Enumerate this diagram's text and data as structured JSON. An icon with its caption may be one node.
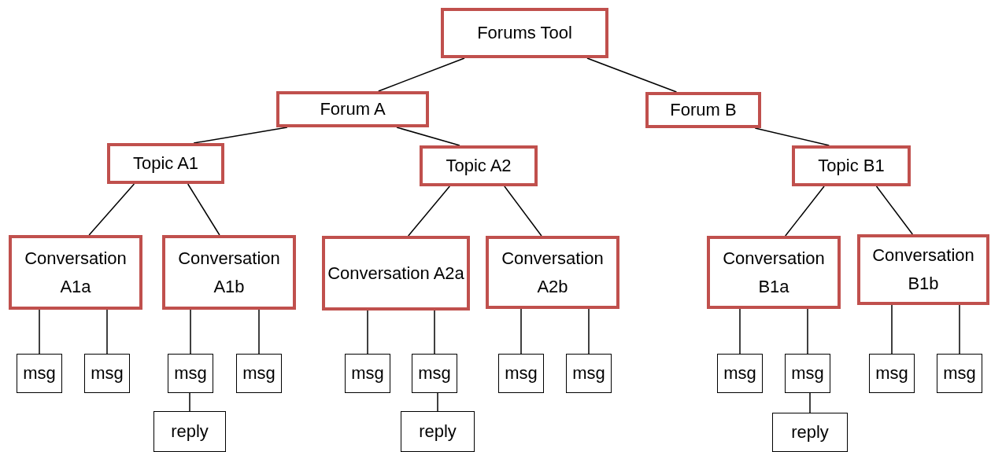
{
  "diagram": {
    "nodes": [
      {
        "text": [
          "Forums Tool"
        ]
      },
      {
        "text": [
          "Forum A"
        ]
      },
      {
        "text": [
          "Forum B"
        ]
      },
      {
        "text": [
          "Topic A1"
        ]
      },
      {
        "text": [
          "Topic A2"
        ]
      },
      {
        "text": [
          "Topic B1"
        ]
      },
      {
        "text": [
          "Conversation A1a"
        ]
      },
      {
        "text": [
          "Conversation A1b"
        ]
      },
      {
        "text": [
          "Conversation A2a"
        ]
      },
      {
        "text": [
          "Conversation A2b"
        ]
      },
      {
        "text": [
          "Conversation B1a"
        ]
      },
      {
        "text": [
          "Conversation B1b"
        ]
      },
      {
        "text": [
          "msg"
        ]
      },
      {
        "text": [
          "msg"
        ]
      },
      {
        "text": [
          "msg"
        ]
      },
      {
        "text": [
          "msg"
        ]
      },
      {
        "text": [
          "msg"
        ]
      },
      {
        "text": [
          "msg"
        ]
      },
      {
        "text": [
          "msg"
        ]
      },
      {
        "text": [
          "msg"
        ]
      },
      {
        "text": [
          "msg"
        ]
      },
      {
        "text": [
          "msg"
        ]
      },
      {
        "text": [
          "msg"
        ]
      },
      {
        "text": [
          "msg"
        ]
      },
      {
        "text": [
          "reply"
        ]
      },
      {
        "text": [
          "reply"
        ]
      },
      {
        "text": [
          "reply"
        ]
      }
    ],
    "edges": [
      {
        "from": 0,
        "to": 1,
        "arrow": "none"
      },
      {
        "from": 0,
        "to": 2,
        "arrow": "none"
      },
      {
        "from": 1,
        "to": 3,
        "arrow": "none"
      },
      {
        "from": 1,
        "to": 4,
        "arrow": "none"
      },
      {
        "from": 2,
        "to": 5,
        "arrow": "none"
      },
      {
        "from": 3,
        "to": 6,
        "arrow": "none"
      },
      {
        "from": 3,
        "to": 7,
        "arrow": "none"
      },
      {
        "from": 4,
        "to": 8,
        "arrow": "none"
      },
      {
        "from": 4,
        "to": 9,
        "arrow": "none"
      },
      {
        "from": 5,
        "to": 10,
        "arrow": "none"
      },
      {
        "from": 5,
        "to": 11,
        "arrow": "none"
      },
      {
        "from": 6,
        "to": 12,
        "arrow": "none"
      },
      {
        "from": 6,
        "to": 13,
        "arrow": "none"
      },
      {
        "from": 7,
        "to": 14,
        "arrow": "none"
      },
      {
        "from": 7,
        "to": 15,
        "arrow": "none"
      },
      {
        "from": 8,
        "to": 16,
        "arrow": "none"
      },
      {
        "from": 8,
        "to": 17,
        "arrow": "none"
      },
      {
        "from": 9,
        "to": 18,
        "arrow": "none"
      },
      {
        "from": 9,
        "to": 19,
        "arrow": "none"
      },
      {
        "from": 10,
        "to": 20,
        "arrow": "none"
      },
      {
        "from": 10,
        "to": 21,
        "arrow": "none"
      },
      {
        "from": 11,
        "to": 22,
        "arrow": "none"
      },
      {
        "from": 11,
        "to": 23,
        "arrow": "none"
      },
      {
        "from": 14,
        "to": 24,
        "arrow": "none"
      },
      {
        "from": 17,
        "to": 25,
        "arrow": "none"
      },
      {
        "from": 21,
        "to": 26,
        "arrow": "none"
      }
    ]
  }
}
